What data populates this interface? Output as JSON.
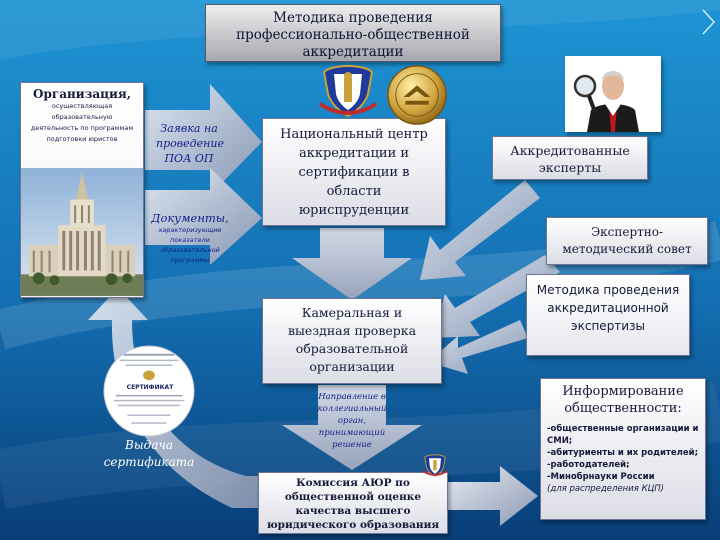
{
  "title": "Методика проведения профессионально-общественной аккредитации",
  "organization": {
    "heading": "Организация,",
    "text": "осуществляющая образовательную деятельность по программам подготовки юристов"
  },
  "arrow_request": "Заявка на проведение ПОА ОП",
  "arrow_documents": {
    "heading": "Документы,",
    "text": "характеризующие показатели образовательной программы"
  },
  "national_center": "Национальный центр аккредитации и сертификации в области юриспруденции",
  "accredited_experts": "Аккредитованные эксперты",
  "expert_council": "Экспертно-методический совет",
  "methodology": "Методика проведения аккредитационной экспертизы",
  "inspection": "Камеральная и выездная проверка образовательной организации",
  "direction": "Направление в коллегиальный орган, принимающий решение",
  "commission": "Комиссия АЮР по общественной оценке качества высшего юридического образования",
  "info": {
    "heading": "Информирование общественности:",
    "items": [
      "-общественные организации и СМИ;",
      "-абитуриенты и их родителей;",
      "-работодателей;",
      "-Минобрнауки России"
    ],
    "note": "(для распределения КЦП)"
  },
  "certificate": {
    "caption": "Выдача сертификата",
    "label": "СЕРТИФИКАТ"
  },
  "colors": {
    "background_top": "#1a8fd0",
    "background_bottom": "#0a3f7a",
    "arrow": "#b8c2d6",
    "box_border": "#6d7596"
  },
  "icons": [
    "crest-emblem-icon",
    "ayur-gold-seal-icon",
    "expert-magnifier-photo",
    "university-building-photo",
    "certificate-image"
  ]
}
